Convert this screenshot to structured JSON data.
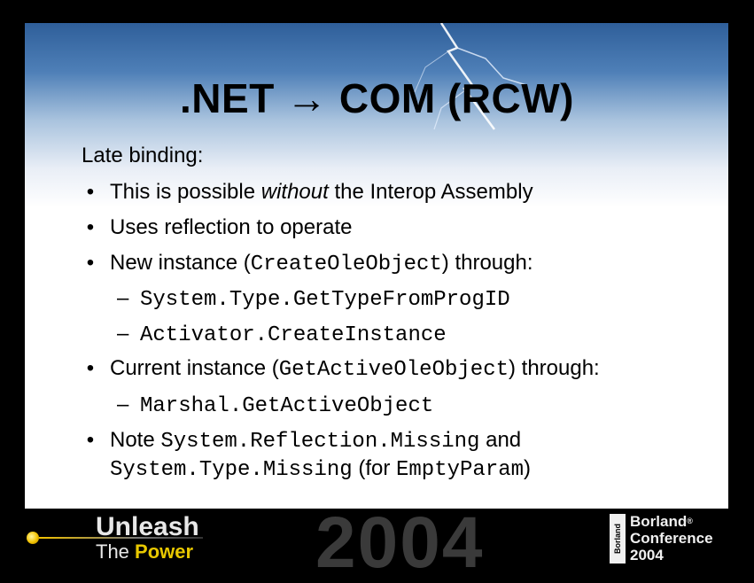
{
  "title": ".NET → COM (RCW)",
  "intro": "Late binding:",
  "items": {
    "b1": {
      "pre": "This is possible ",
      "em": "without",
      "post": " the Interop Assembly"
    },
    "b2": {
      "text": "Uses reflection to operate"
    },
    "b3": {
      "pre": "New instance (",
      "code": "CreateOleObject",
      "post": ") through:"
    },
    "s1": {
      "dash": "–",
      "code": "System.Type.GetTypeFromProgID"
    },
    "s2": {
      "dash": "–",
      "code": "Activator.CreateInstance"
    },
    "b4": {
      "pre": "Current instance (",
      "code": "GetActiveOleObject",
      "post": ") through:"
    },
    "s3": {
      "dash": "–",
      "code": "Marshal.GetActiveObject"
    },
    "b5": {
      "pre": "Note ",
      "code1": "System.Reflection.Missing",
      "mid": " and",
      "code2": "System.Type.Missing",
      "mid2": " (for ",
      "code3": "EmptyParam",
      "post": ")"
    }
  },
  "bullet_glyph": "•",
  "footer": {
    "unleash": "Unleash",
    "the": "The ",
    "power": "Power",
    "year": "2004",
    "brand_mark": "Borland",
    "brand": "Borland",
    "reg": "®",
    "conference": "Conference",
    "conf_year": "2004"
  }
}
